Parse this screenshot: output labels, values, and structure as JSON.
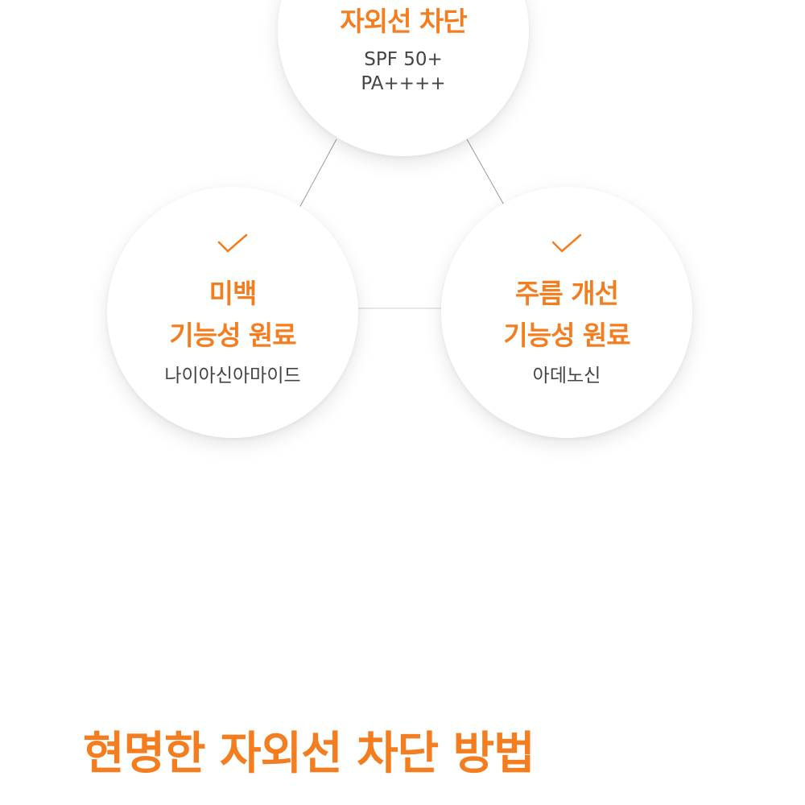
{
  "accent_color": "#f47d20",
  "features": {
    "uv": {
      "title": "자외선 차단",
      "lines": [
        "SPF 50+",
        "PA++++"
      ]
    },
    "whitening": {
      "icon": "check-icon",
      "title_lines": [
        "미백",
        "기능성 원료"
      ],
      "ingredient": "나이아신아마이드"
    },
    "wrinkle": {
      "icon": "check-icon",
      "title_lines": [
        "주름 개선",
        "기능성 원료"
      ],
      "ingredient": "아데노신"
    }
  },
  "headline": "현명한 자외선 차단 방법"
}
